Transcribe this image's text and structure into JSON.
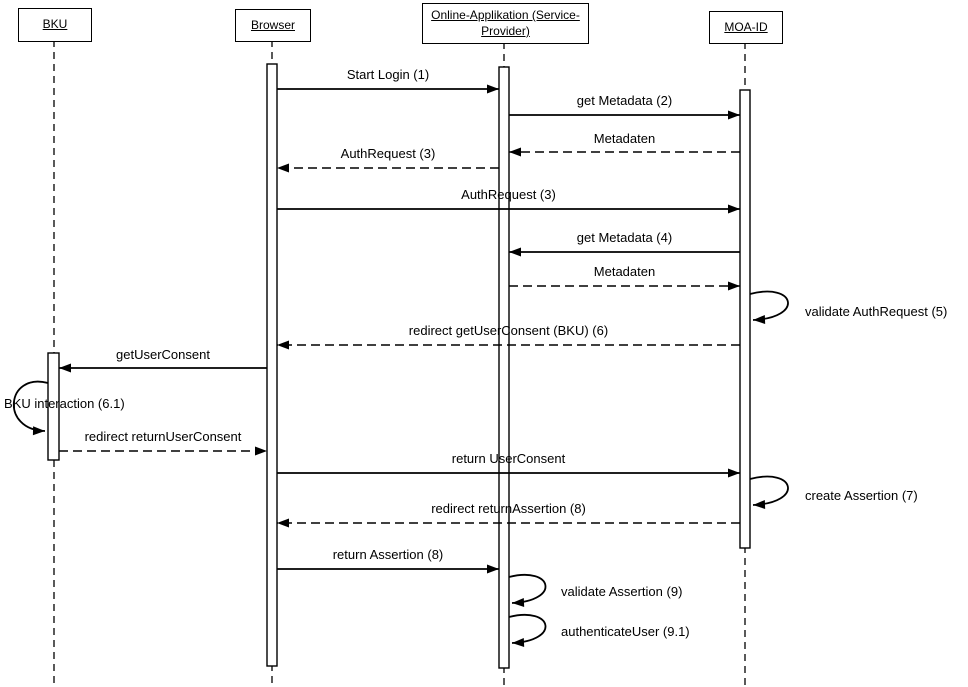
{
  "diagram": {
    "type": "uml-sequence-diagram",
    "colors": {
      "background": "#ffffff",
      "line": "#000000"
    },
    "actors": [
      {
        "id": "bku",
        "label": "BKU"
      },
      {
        "id": "browser",
        "label": "Browser"
      },
      {
        "id": "online-app",
        "label": "Online-Applikation (Service-Provider)"
      },
      {
        "id": "moa-id",
        "label": "MOA-ID"
      }
    ],
    "messages": [
      {
        "seq": 1,
        "label": "Start Login (1)",
        "from": "Browser",
        "to": "Online-Applikation",
        "style": "solid"
      },
      {
        "seq": 2,
        "label": "get Metadata (2)",
        "from": "Online-Applikation",
        "to": "MOA-ID",
        "style": "solid"
      },
      {
        "seq": 3,
        "label": "Metadaten",
        "from": "MOA-ID",
        "to": "Online-Applikation",
        "style": "dashed"
      },
      {
        "seq": 4,
        "label": "AuthRequest (3)",
        "from": "Online-Applikation",
        "to": "Browser",
        "style": "dashed"
      },
      {
        "seq": 5,
        "label": "AuthRequest (3)",
        "from": "Browser",
        "to": "MOA-ID",
        "style": "solid"
      },
      {
        "seq": 6,
        "label": "get Metadata (4)",
        "from": "MOA-ID",
        "to": "Online-Applikation",
        "style": "solid"
      },
      {
        "seq": 7,
        "label": "Metadaten",
        "from": "Online-Applikation",
        "to": "MOA-ID",
        "style": "dashed"
      },
      {
        "seq": 8,
        "label": "validate AuthRequest (5)",
        "from": "MOA-ID",
        "to": "MOA-ID",
        "style": "self"
      },
      {
        "seq": 9,
        "label": "redirect getUserConsent (BKU) (6)",
        "from": "MOA-ID",
        "to": "Browser",
        "style": "dashed"
      },
      {
        "seq": 10,
        "label": "getUserConsent",
        "from": "Browser",
        "to": "BKU",
        "style": "solid"
      },
      {
        "seq": 11,
        "label": "BKU interaction (6.1)",
        "from": "BKU",
        "to": "BKU",
        "style": "self"
      },
      {
        "seq": 12,
        "label": "redirect returnUserConsent",
        "from": "BKU",
        "to": "Browser",
        "style": "dashed"
      },
      {
        "seq": 13,
        "label": "return UserConsent",
        "from": "Browser",
        "to": "MOA-ID",
        "style": "solid"
      },
      {
        "seq": 14,
        "label": "create Assertion (7)",
        "from": "MOA-ID",
        "to": "MOA-ID",
        "style": "self"
      },
      {
        "seq": 15,
        "label": "redirect returnAssertion (8)",
        "from": "MOA-ID",
        "to": "Browser",
        "style": "dashed"
      },
      {
        "seq": 16,
        "label": "return Assertion (8)",
        "from": "Browser",
        "to": "Online-Applikation",
        "style": "solid"
      },
      {
        "seq": 17,
        "label": "validate Assertion (9)",
        "from": "Online-Applikation",
        "to": "Online-Applikation",
        "style": "self"
      },
      {
        "seq": 18,
        "label": "authenticateUser (9.1)",
        "from": "Online-Applikation",
        "to": "Online-Applikation",
        "style": "self"
      }
    ]
  }
}
